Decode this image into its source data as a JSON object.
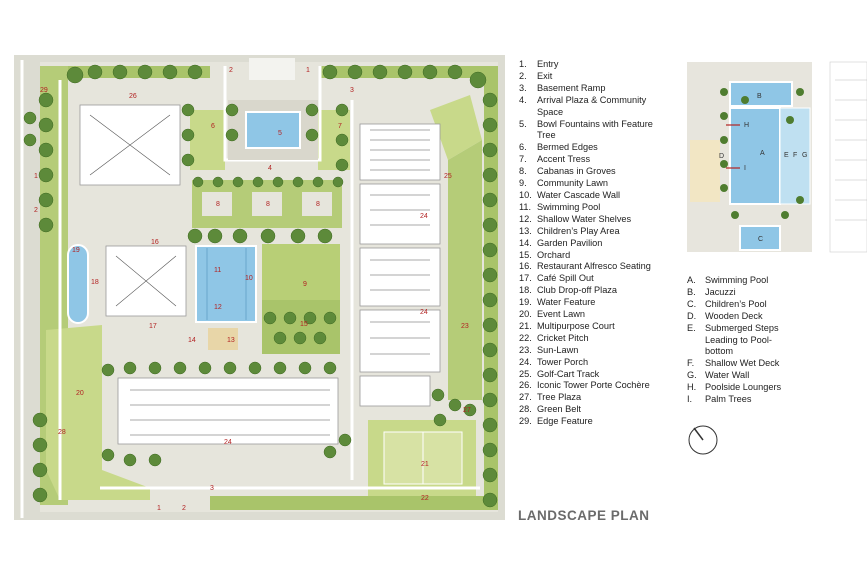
{
  "title": "LANDSCAPE PLAN",
  "legend": [
    {
      "num": "1.",
      "text": "Entry"
    },
    {
      "num": "2.",
      "text": "Exit"
    },
    {
      "num": "3.",
      "text": "Basement Ramp"
    },
    {
      "num": "4.",
      "text": "Arrival Plaza & Community Space"
    },
    {
      "num": "5.",
      "text": "Bowl Fountains with Feature Tree"
    },
    {
      "num": "6.",
      "text": "Bermed Edges"
    },
    {
      "num": "7.",
      "text": "Accent Tress"
    },
    {
      "num": "8.",
      "text": "Cabanas in Groves"
    },
    {
      "num": "9.",
      "text": "Community Lawn"
    },
    {
      "num": "10.",
      "text": "Water Cascade Wall"
    },
    {
      "num": "11.",
      "text": "Swimming Pool"
    },
    {
      "num": "12.",
      "text": "Shallow Water Shelves"
    },
    {
      "num": "13.",
      "text": "Children’s Play Area"
    },
    {
      "num": "14.",
      "text": "Garden Pavilion"
    },
    {
      "num": "15.",
      "text": "Orchard"
    },
    {
      "num": "16.",
      "text": "Restaurant Alfresco Seating"
    },
    {
      "num": "17.",
      "text": "Café Spill Out"
    },
    {
      "num": "18.",
      "text": "Club Drop-off Plaza"
    },
    {
      "num": "19.",
      "text": "Water Feature"
    },
    {
      "num": "20.",
      "text": "Event Lawn"
    },
    {
      "num": "21.",
      "text": "Multipurpose Court"
    },
    {
      "num": "22.",
      "text": "Cricket Pitch"
    },
    {
      "num": "23.",
      "text": "Sun-Lawn"
    },
    {
      "num": "24.",
      "text": "Tower Porch"
    },
    {
      "num": "25.",
      "text": "Golf-Cart Track"
    },
    {
      "num": "26.",
      "text": "Iconic Tower Porte Cochère"
    },
    {
      "num": "27.",
      "text": "Tree Plaza"
    },
    {
      "num": "28.",
      "text": "Green Belt"
    },
    {
      "num": "29.",
      "text": "Edge Feature"
    }
  ],
  "pool_legend": [
    {
      "num": "A.",
      "text": "Swimming Pool"
    },
    {
      "num": "B.",
      "text": "Jacuzzi"
    },
    {
      "num": "C.",
      "text": "Children’s Pool"
    },
    {
      "num": "D.",
      "text": "Wooden Deck"
    },
    {
      "num": "E.",
      "text": "Submerged Steps Leading to Pool-bottom"
    },
    {
      "num": "F.",
      "text": "Shallow Wet Deck"
    },
    {
      "num": "G.",
      "text": "Water Wall"
    },
    {
      "num": "H.",
      "text": "Poolside Loungers"
    },
    {
      "num": "I.",
      "text": "Palm Trees"
    }
  ],
  "plan_labels": {
    "entry": "1",
    "exit": "2",
    "ramp": "3",
    "arrival": "4",
    "bowl": "5",
    "berm": "6",
    "accent": "7",
    "cabana": "8",
    "lawn": "9",
    "cascade": "10",
    "pool": "11",
    "shelves": "12",
    "play": "13",
    "pavilion": "14",
    "orchard": "15",
    "alfresco": "16",
    "cafe": "17",
    "dropoff": "18",
    "waterfeature": "19",
    "event": "20",
    "court": "21",
    "cricket": "22",
    "sunlawn": "23",
    "porch": "24",
    "golf": "25",
    "porte": "26",
    "treeplaza": "27",
    "greenbelt": "28",
    "edge": "29"
  },
  "pool_labels": {
    "a": "A",
    "b": "B",
    "c": "C",
    "d": "D",
    "e": "E",
    "f": "F",
    "g": "G",
    "h": "H",
    "i": "I"
  },
  "colors": {
    "lawn": "#c8d98a",
    "lawn_dark": "#a9c46a",
    "tree": "#5d8a3a",
    "paving": "#e3e1d8",
    "building": "#ffffff",
    "water": "#8fc6e6",
    "deck": "#f2e6c4",
    "label": "#b22222"
  }
}
